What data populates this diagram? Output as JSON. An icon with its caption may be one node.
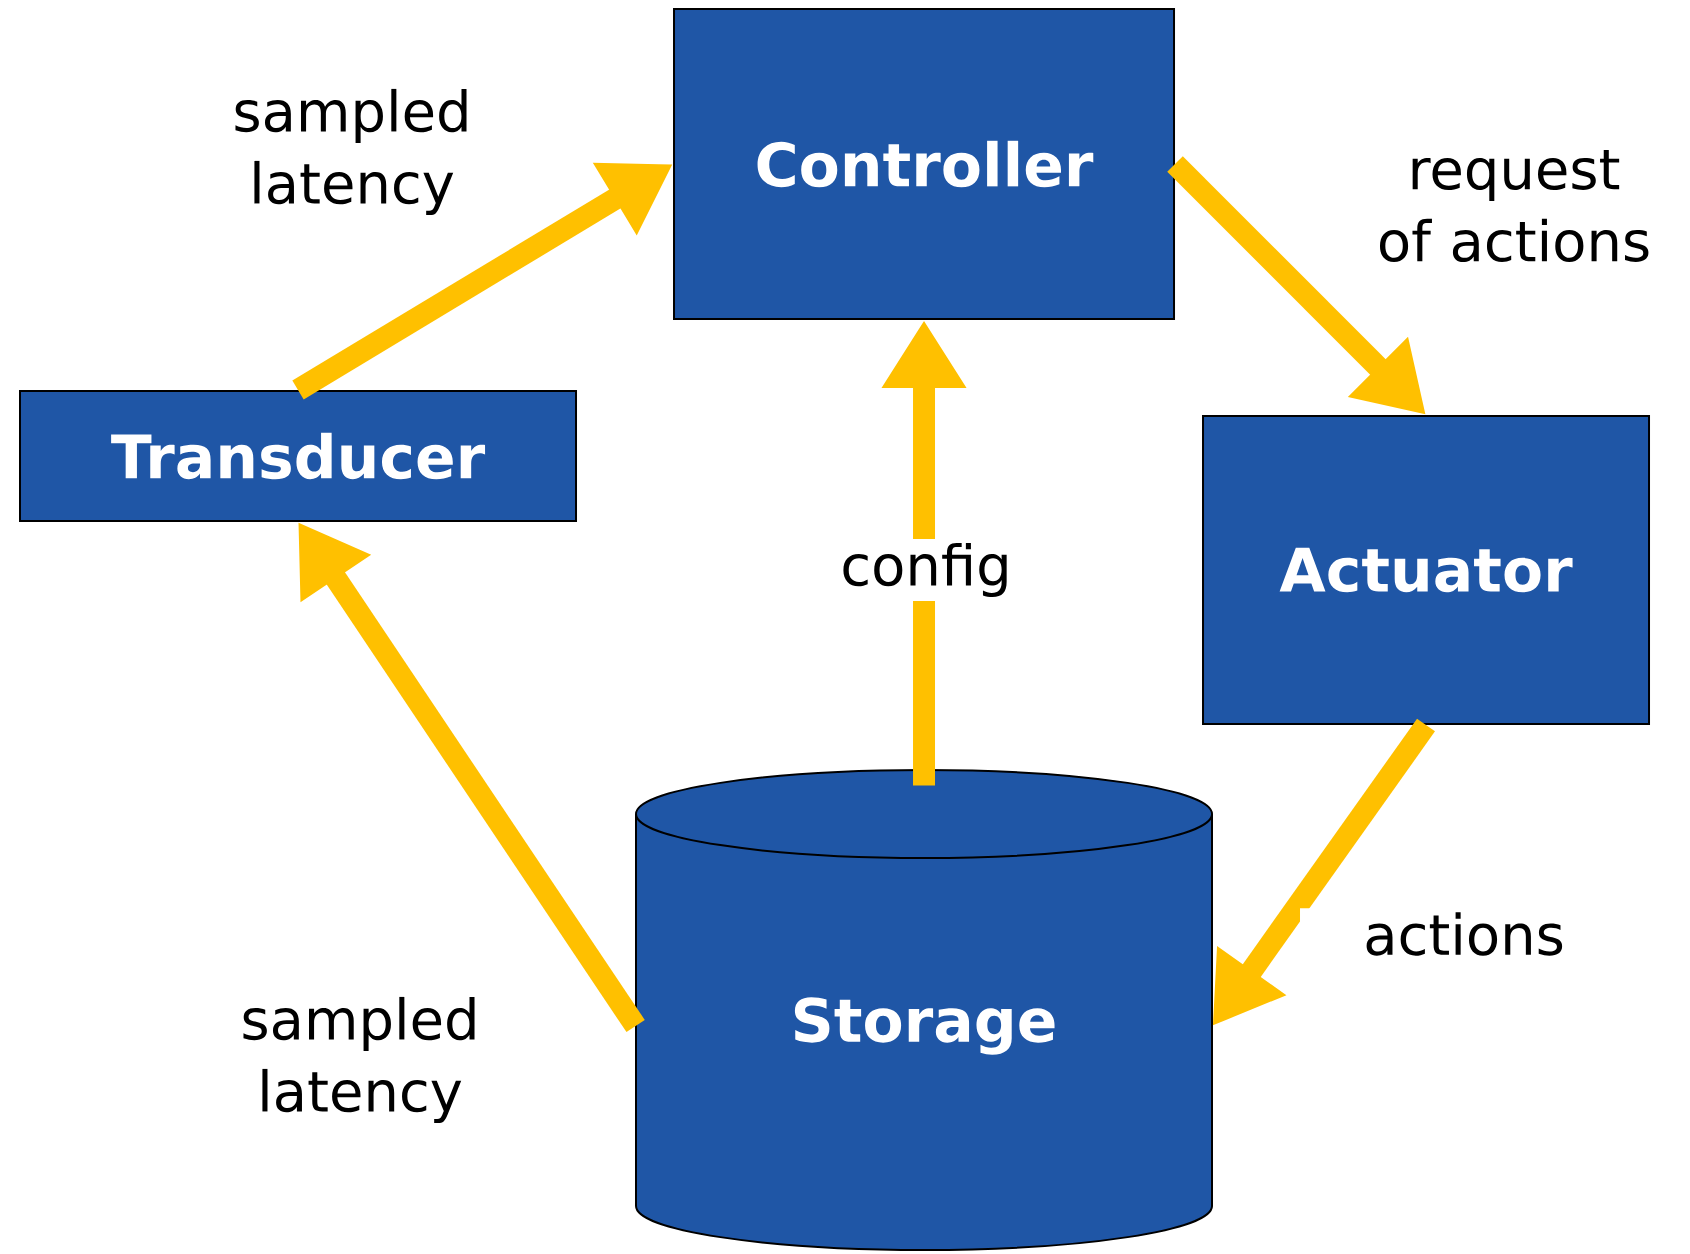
{
  "diagram": {
    "nodes": [
      {
        "text": [
          "Controller"
        ]
      },
      {
        "text": [
          "Transducer"
        ]
      },
      {
        "text": [
          "Actuator"
        ]
      },
      {
        "text": [
          "Storage"
        ]
      }
    ],
    "edges": [
      {
        "from": 1,
        "to": 0,
        "arrow": "to",
        "label": "sampled latency"
      },
      {
        "from": 0,
        "to": 2,
        "arrow": "to",
        "label": "request of actions"
      },
      {
        "from": 3,
        "to": 0,
        "arrow": "to",
        "label": "config"
      },
      {
        "from": 2,
        "to": 3,
        "arrow": "to",
        "label": "actions"
      },
      {
        "from": 3,
        "to": 1,
        "arrow": "to",
        "label": "sampled latency"
      }
    ]
  }
}
